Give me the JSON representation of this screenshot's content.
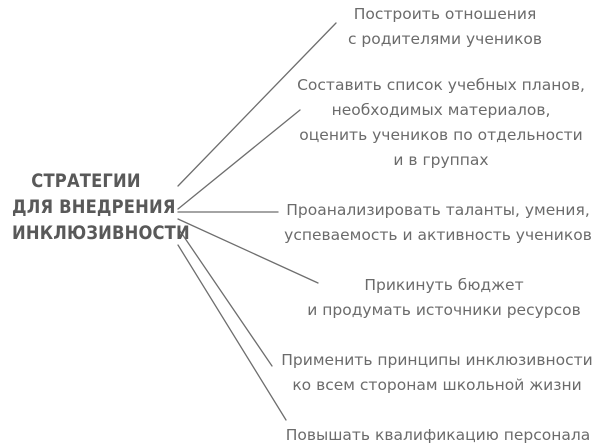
{
  "diagram": {
    "type": "mind-map",
    "orientation": "left-hub-right-branches",
    "colors": {
      "hub_text": "#595959",
      "branch_text": "#6b6b6b",
      "connector": "#6e6e6e",
      "background": "#ffffff"
    },
    "hub": {
      "lines": [
        "СТРАТЕГИИ",
        "ДЛЯ ВНЕДРЕНИЯ",
        "ИНКЛЮЗИВНОСТИ"
      ]
    },
    "branches": [
      {
        "id": "branch-relationships",
        "lines": [
          "Построить отношения",
          "с родителями учеников"
        ]
      },
      {
        "id": "branch-curriculum-list",
        "lines": [
          "Составить список учебных планов,",
          "необходимых материалов,",
          "оценить учеников по отдельности",
          "и в группах"
        ]
      },
      {
        "id": "branch-analyze-talents",
        "lines": [
          "Проанализировать таланты, умения,",
          "успеваемость и активность учеников"
        ]
      },
      {
        "id": "branch-budget",
        "lines": [
          "Прикинуть бюджет",
          "и продумать источники ресурсов"
        ]
      },
      {
        "id": "branch-apply-principles",
        "lines": [
          "Применить принципы инклюзивности",
          "ко всем сторонам школьной жизни"
        ]
      },
      {
        "id": "branch-staff-training",
        "lines": [
          "Повышать квалификацию персонала"
        ]
      }
    ]
  }
}
